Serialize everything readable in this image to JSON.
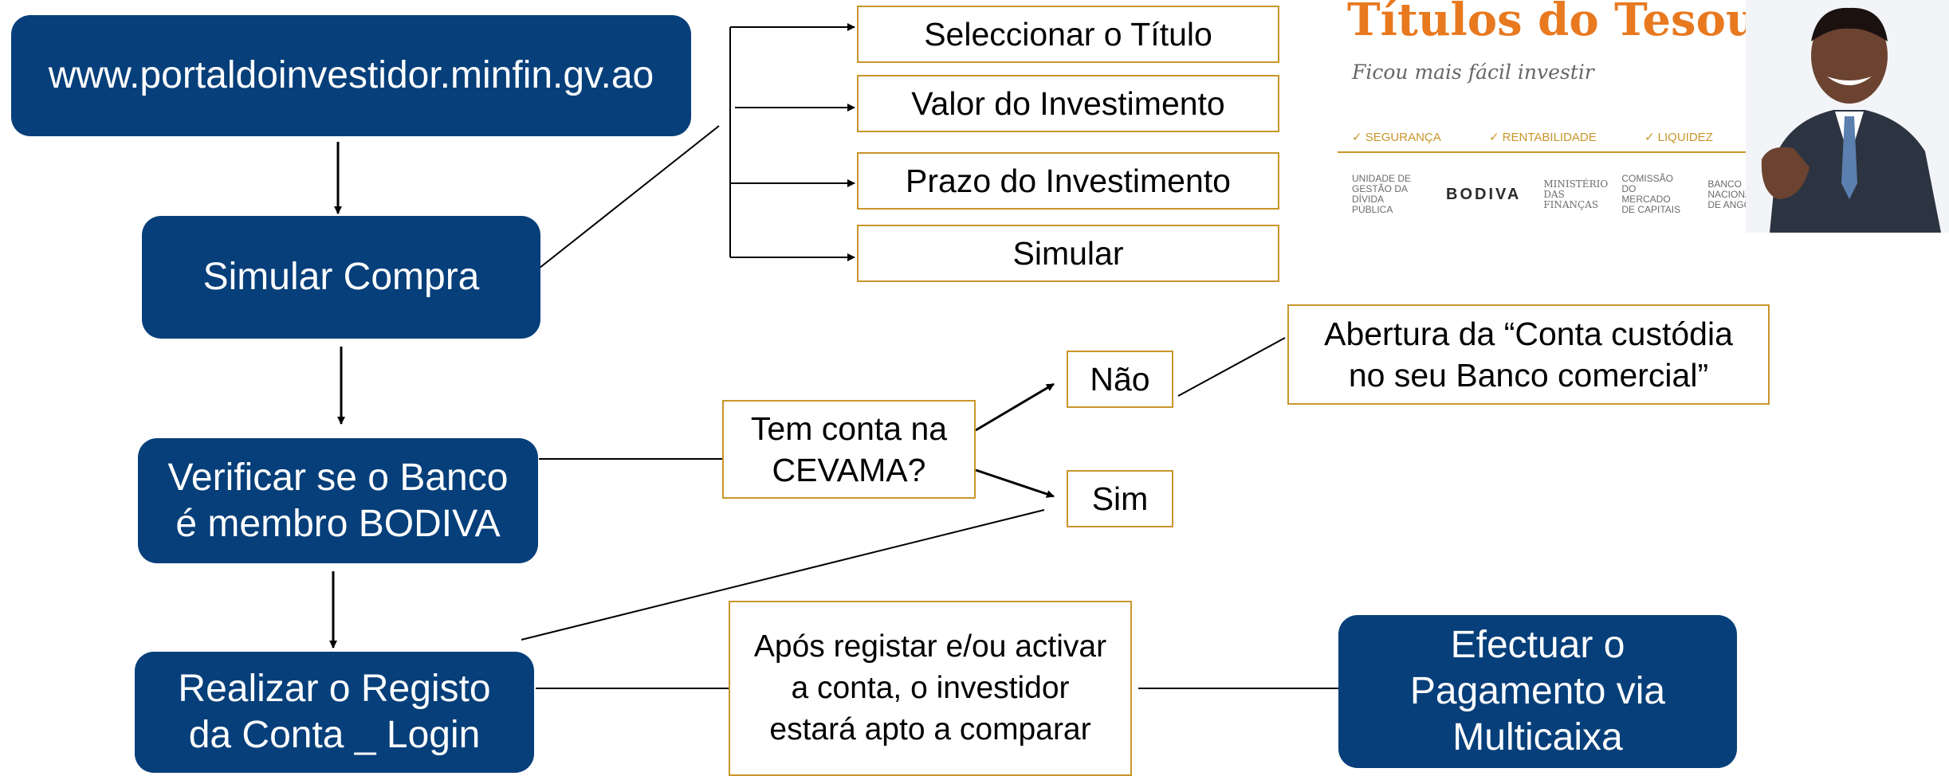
{
  "nodes": {
    "portal": "www.portaldoinvestidor.minfin.gv.ao",
    "simular_compra": "Simular Compra",
    "verificar_banco": "Verificar se o Banco é membro BODIVA",
    "realizar_registo": "Realizar o Registo da Conta _ Login",
    "efectuar_pagamento": "Efectuar o Pagamento via Multicaixa",
    "seleccionar_titulo": "Seleccionar o Título",
    "valor_investimento": "Valor do Investimento",
    "prazo_investimento": "Prazo do Investimento",
    "simular": "Simular",
    "tem_conta": "Tem conta na CEVAMA?",
    "nao": "Não",
    "sim": "Sim",
    "abertura_conta": "Abertura da “Conta custódia no seu Banco comercial”",
    "apos_registar": "Após registar e/ou activar a conta, o investidor estará apto a comparar"
  },
  "promo": {
    "title": "Títulos do Tesouro",
    "tagline": "Ficou mais fácil investir",
    "features": [
      "✓ SEGURANÇA",
      "✓ RENTABILIDADE",
      "✓ LIQUIDEZ"
    ],
    "logos": {
      "udp": "UNIDADE DE GESTÃO DA DÍVIDA PÚBLICA",
      "bodiva": "BODIVA",
      "mf": "MINISTÉRIO DAS FINANÇAS",
      "cmc": "COMISSÃO DO MERCADO DE CAPITAIS",
      "bna": "BANCO NACIONAL DE ANGOLA"
    }
  },
  "colors": {
    "node_blue": "#063f7a",
    "box_border": "#c8962a",
    "promo_title": "#e8791f"
  }
}
